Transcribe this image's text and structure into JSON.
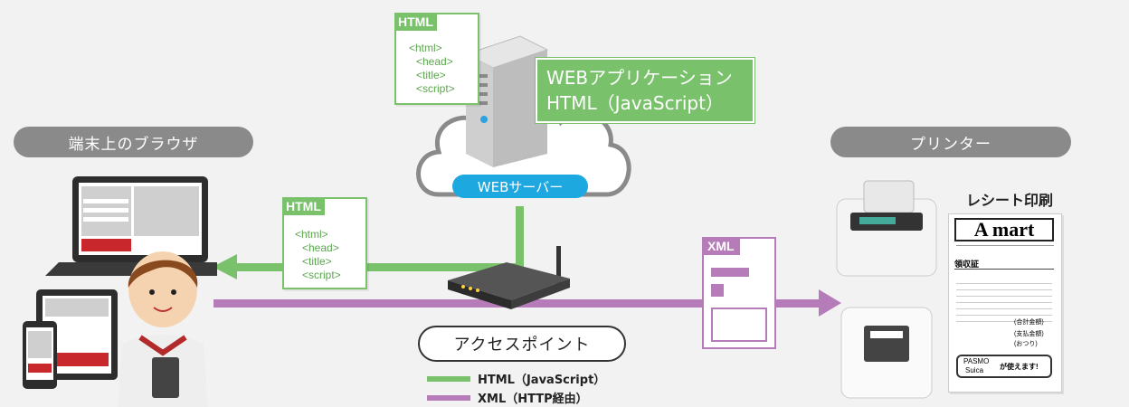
{
  "labels": {
    "browser": "端末上のブラウザ",
    "printer": "プリンター",
    "web_server": "WEBサーバー",
    "access_point": "アクセスポイント",
    "receipt": "レシート印刷"
  },
  "app_box": {
    "line1": "WEBアプリケーション",
    "line2": "HTML（JavaScript）"
  },
  "html_doc": {
    "tag": "HTML",
    "lines": [
      "<html>",
      "<head>",
      "<title>",
      "<script>"
    ]
  },
  "xml_doc": {
    "tag": "XML"
  },
  "legend": [
    {
      "label": "HTML（JavaScript）",
      "color": "#79c16b"
    },
    {
      "label": "XML（HTTP経由）",
      "color": "#b67cba"
    }
  ],
  "receipt_content": {
    "store": "A mart",
    "label_receipt": "領収証",
    "total": "(合計金額)",
    "pay": "(支払金額)",
    "change": "(おつり)",
    "ic_top": "PASMO",
    "ic_bottom": "Suica",
    "ic_msg": "が使えます!"
  },
  "colors": {
    "html_line": "#79c16b",
    "xml_line": "#b67cba",
    "web_pill": "#1ea8e0",
    "label_pill": "#8a8a8a"
  }
}
